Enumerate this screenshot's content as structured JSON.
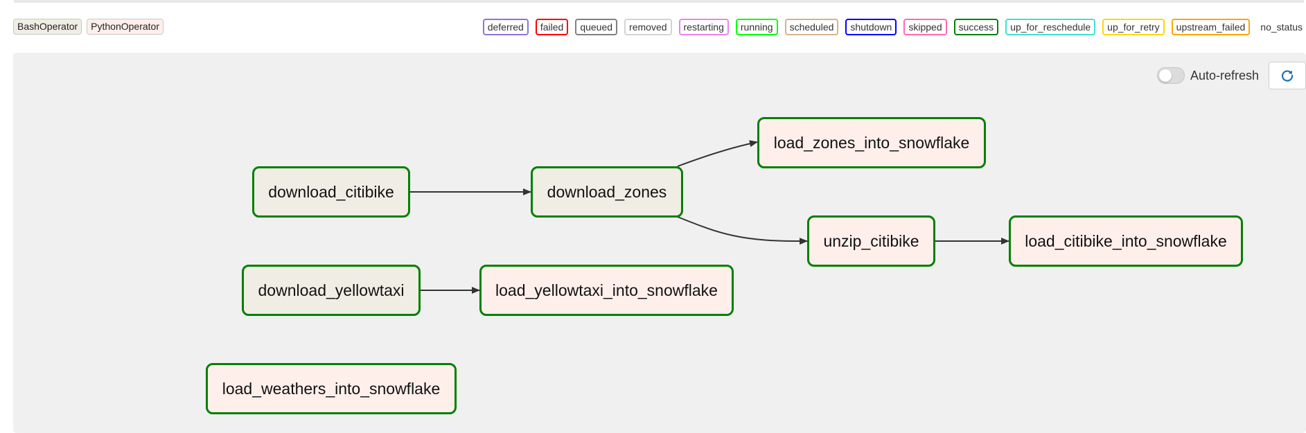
{
  "operators": [
    {
      "label": "BashOperator",
      "color": "#f0ede4"
    },
    {
      "label": "PythonOperator",
      "color": "#ffefeb"
    }
  ],
  "states": [
    {
      "label": "deferred",
      "color": "#9370db"
    },
    {
      "label": "failed",
      "color": "#ff0000"
    },
    {
      "label": "queued",
      "color": "#808080"
    },
    {
      "label": "removed",
      "color": "#d3d3d3"
    },
    {
      "label": "restarting",
      "color": "#ee82ee"
    },
    {
      "label": "running",
      "color": "#00ff00"
    },
    {
      "label": "scheduled",
      "color": "#d2b48c"
    },
    {
      "label": "shutdown",
      "color": "#0000ff"
    },
    {
      "label": "skipped",
      "color": "#ff69b4"
    },
    {
      "label": "success",
      "color": "#008000"
    },
    {
      "label": "up_for_reschedule",
      "color": "#40e0d0"
    },
    {
      "label": "up_for_retry",
      "color": "#ffd700"
    },
    {
      "label": "upstream_failed",
      "color": "#ffa500"
    }
  ],
  "no_status_label": "no_status",
  "toolbar": {
    "auto_refresh_label": "Auto-refresh",
    "auto_refresh_on": false,
    "refresh_icon": "refresh-icon"
  },
  "graph": {
    "nodes": [
      {
        "id": "download_citibike",
        "label": "download_citibike",
        "operator": "BashOperator",
        "state": "success"
      },
      {
        "id": "download_zones",
        "label": "download_zones",
        "operator": "BashOperator",
        "state": "success"
      },
      {
        "id": "load_zones_into_snowflake",
        "label": "load_zones_into_snowflake",
        "operator": "PythonOperator",
        "state": "success"
      },
      {
        "id": "unzip_citibike",
        "label": "unzip_citibike",
        "operator": "PythonOperator",
        "state": "success"
      },
      {
        "id": "load_citibike_into_snowflake",
        "label": "load_citibike_into_snowflake",
        "operator": "PythonOperator",
        "state": "success"
      },
      {
        "id": "download_yellowtaxi",
        "label": "download_yellowtaxi",
        "operator": "BashOperator",
        "state": "success"
      },
      {
        "id": "load_yellowtaxi_into_snowflake",
        "label": "load_yellowtaxi_into_snowflake",
        "operator": "PythonOperator",
        "state": "success"
      },
      {
        "id": "load_weathers_into_snowflake",
        "label": "load_weathers_into_snowflake",
        "operator": "PythonOperator",
        "state": "success"
      }
    ],
    "edges": [
      {
        "from": "download_citibike",
        "to": "download_zones"
      },
      {
        "from": "download_zones",
        "to": "load_zones_into_snowflake"
      },
      {
        "from": "download_zones",
        "to": "unzip_citibike"
      },
      {
        "from": "unzip_citibike",
        "to": "load_citibike_into_snowflake"
      },
      {
        "from": "download_yellowtaxi",
        "to": "load_yellowtaxi_into_snowflake"
      }
    ]
  }
}
